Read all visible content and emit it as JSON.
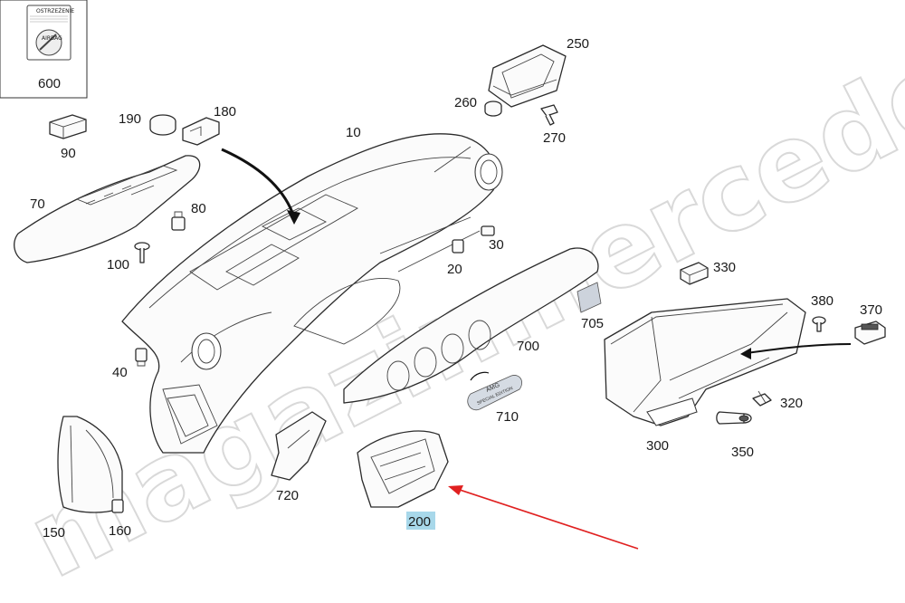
{
  "watermark": "magazinmercedes.ru",
  "warning_label": {
    "title": "OSTRZEŻENIE",
    "badge": "AIRBAG",
    "number": "600"
  },
  "highlight_color": "#a8d8ea",
  "arrow_color": "#e02020",
  "callouts": {
    "p10": "10",
    "p20": "20",
    "p30": "30",
    "p40": "40",
    "p70": "70",
    "p80": "80",
    "p90": "90",
    "p100": "100",
    "p150": "150",
    "p160": "160",
    "p180": "180",
    "p190": "190",
    "p200": "200",
    "p250": "250",
    "p260": "260",
    "p270": "270",
    "p300": "300",
    "p320": "320",
    "p330": "330",
    "p350": "350",
    "p370": "370",
    "p380": "380",
    "p700": "700",
    "p705": "705",
    "p710": "710",
    "p720": "720"
  },
  "emblem": {
    "brand": "AMG",
    "text": "SPECIAL EDITION"
  }
}
